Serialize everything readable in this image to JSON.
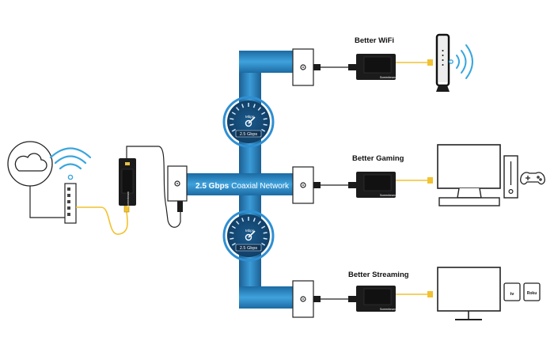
{
  "labels": {
    "wifi": "Better WiFi",
    "gaming": "Better Gaming",
    "streaming": "Better Streaming",
    "network_bold": "2.5 Gbps",
    "network_rest": "Coaxial Network"
  },
  "gauges": {
    "unit": "Mbps",
    "value": "2.5 Gbps"
  },
  "adapter": {
    "brand": "Screenbeam"
  },
  "media_boxes": {
    "appletv": "tv",
    "roku": "Roku"
  },
  "colors": {
    "network_blue": "#1f6fa6",
    "network_light": "#3d9fd8",
    "gauge_ring": "#2f8fd2",
    "ethernet": "#f2c230",
    "wifi_wave": "#3aa6dd",
    "device_black": "#1b1b1b",
    "outline": "#222222"
  },
  "icons": [
    "cloud-icon",
    "wifi-waves-icon",
    "modem-icon",
    "moca-adapter-icon",
    "wall-plate-icon",
    "speed-gauge-icon",
    "wifi-router-icon",
    "monitor-icon",
    "game-console-icon",
    "gamepad-icon",
    "apple-tv-icon",
    "roku-box-icon"
  ]
}
